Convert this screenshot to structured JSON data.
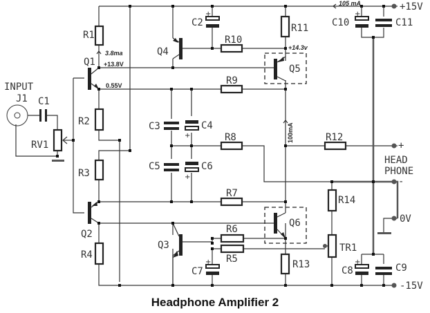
{
  "title": "Headphone Amplifier 2",
  "supply": {
    "positive": "+15V",
    "negative": "-15V",
    "ground": "0V",
    "supply_current": "105 mA"
  },
  "input": {
    "label": "INPUT",
    "jack": "J1"
  },
  "output": {
    "label_line1": "HEAD",
    "label_line2": "PHONE",
    "plus": "+",
    "minus": "-"
  },
  "annotations": {
    "q1_collector_current": "3.8ma",
    "q1_collector_voltage": "+13.8V",
    "q1_emitter_voltage": "0.55V",
    "q5_base_voltage": "+14.3v",
    "output_stage_current": "100mA"
  },
  "resistors": [
    "R1",
    "R2",
    "R3",
    "R4",
    "R5",
    "R6",
    "R7",
    "R8",
    "R9",
    "R10",
    "R11",
    "R12",
    "R13",
    "R14"
  ],
  "capacitors": [
    "C1",
    "C2",
    "C3",
    "C4",
    "C5",
    "C6",
    "C7",
    "C8",
    "C9",
    "C10",
    "C11"
  ],
  "transistors": [
    "Q1",
    "Q2",
    "Q3",
    "Q4",
    "Q5",
    "Q6"
  ],
  "pots": [
    "RV1",
    "TR1"
  ],
  "polarity_mark": "+"
}
